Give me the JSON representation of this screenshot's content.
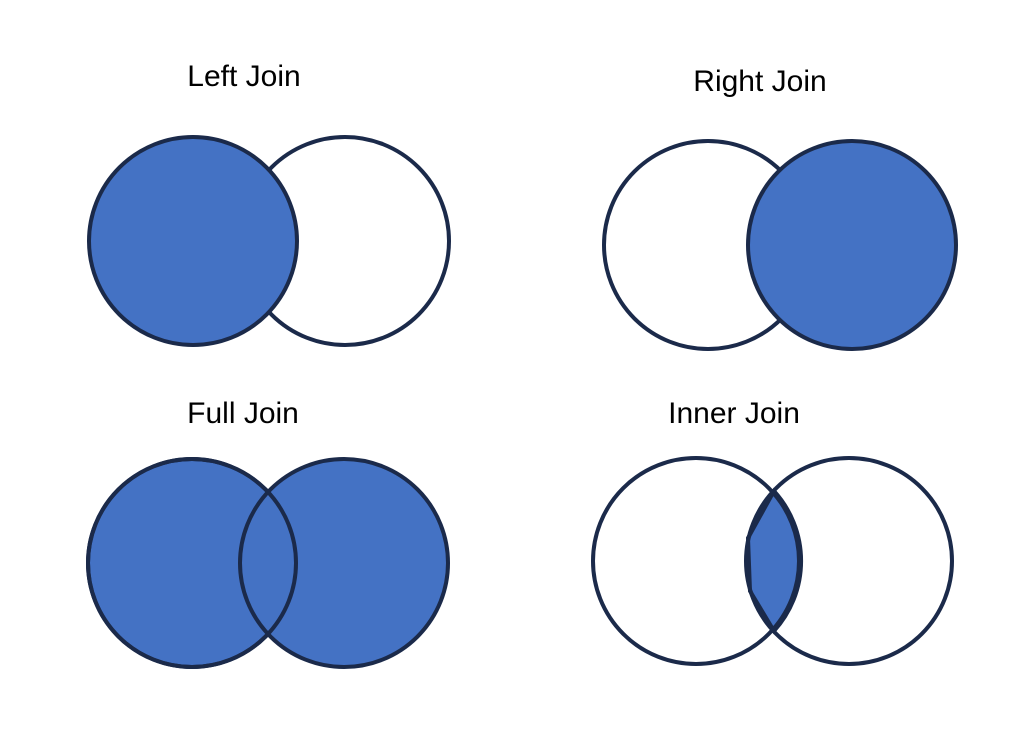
{
  "colors": {
    "fill": "#4472C4",
    "stroke": "#1B2A4A",
    "background": "#FFFFFF"
  },
  "panels": [
    {
      "title": "Left Join",
      "filled": "left"
    },
    {
      "title": "Right Join",
      "filled": "right"
    },
    {
      "title": "Full Join",
      "filled": "both"
    },
    {
      "title": "Inner Join",
      "filled": "intersection"
    }
  ]
}
